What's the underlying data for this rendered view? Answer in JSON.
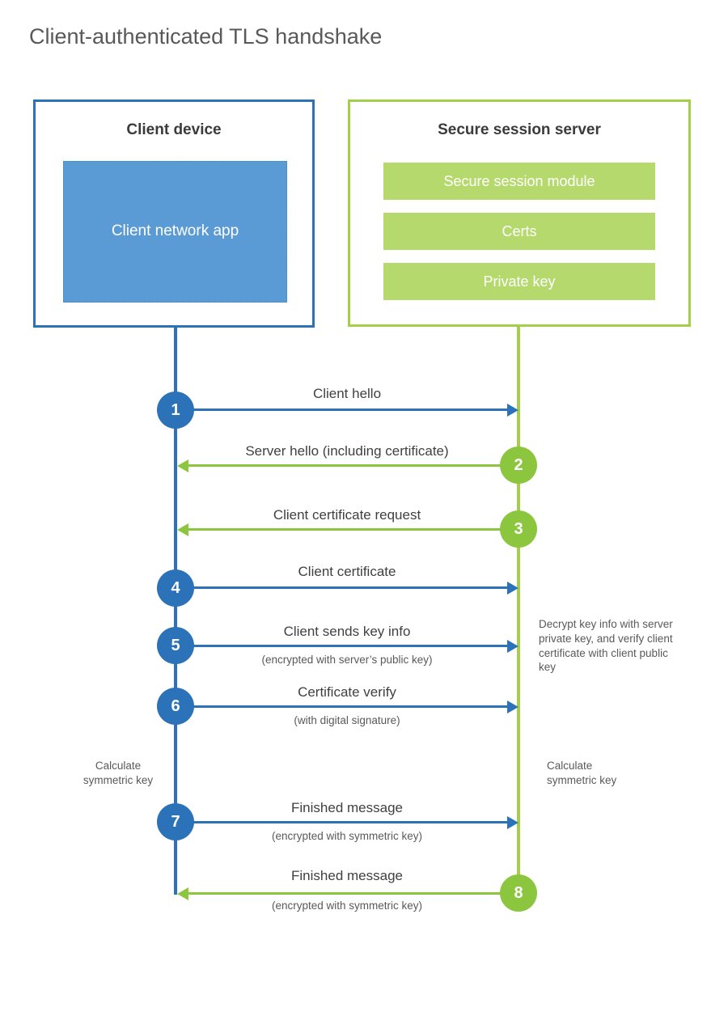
{
  "title": "Client-authenticated TLS handshake",
  "client": {
    "title": "Client device",
    "app_label": "Client network app"
  },
  "server": {
    "title": "Secure session server",
    "modules": [
      "Secure session module",
      "Certs",
      "Private key"
    ]
  },
  "messages": [
    {
      "num": "1",
      "label": "Client hello",
      "sublabel": "",
      "direction": "client-to-server"
    },
    {
      "num": "2",
      "label": "Server hello (including certificate)",
      "sublabel": "",
      "direction": "server-to-client"
    },
    {
      "num": "3",
      "label": "Client certificate request",
      "sublabel": "",
      "direction": "server-to-client"
    },
    {
      "num": "4",
      "label": "Client certificate",
      "sublabel": "",
      "direction": "client-to-server"
    },
    {
      "num": "5",
      "label": "Client sends key info",
      "sublabel": "(encrypted with server’s public key)",
      "direction": "client-to-server"
    },
    {
      "num": "6",
      "label": "Certificate verify",
      "sublabel": "(with digital signature)",
      "direction": "client-to-server"
    },
    {
      "num": "7",
      "label": "Finished message",
      "sublabel": "(encrypted with symmetric key)",
      "direction": "client-to-server"
    },
    {
      "num": "8",
      "label": "Finished message",
      "sublabel": "(encrypted with symmetric key)",
      "direction": "server-to-client"
    }
  ],
  "notes": {
    "decrypt_note": "Decrypt key info with server private key, and verify client certificate with client public key",
    "calc_key_left": "Calculate symmetric key",
    "calc_key_right": "Calculate symmetric key"
  },
  "colors": {
    "blue": "#2b72b8",
    "blue_fill": "#5b9bd5",
    "green": "#8cc63e",
    "green_fill": "#b5d96d"
  }
}
